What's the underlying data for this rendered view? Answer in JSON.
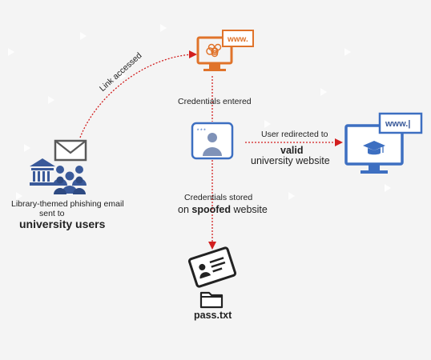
{
  "colors": {
    "orange": "#e0732a",
    "blue": "#3d6fc1",
    "red_arrow": "#d21f1f",
    "dark_blue": "#3a5a9a",
    "gray": "#595959"
  },
  "icons": {
    "spoofed_site": "biohazard-monitor-icon",
    "credential_form": "login-form-icon",
    "valid_site": "graduation-cap-monitor-icon",
    "email": "envelope-icon",
    "library": "library-building-icon",
    "users": "users-group-icon",
    "id_card": "id-card-icon",
    "folder": "folder-icon"
  },
  "spoofed_site": {
    "url": "www."
  },
  "valid_site": {
    "url": "www.|"
  },
  "edges": {
    "link_accessed": "Link accessed",
    "credentials_entered": "Credentials entered",
    "user_redirected": "User redirected to",
    "valid": "valid",
    "university_website": "university website",
    "credentials_stored": "Credentials stored",
    "on": "on ",
    "spoofed": "spoofed",
    "website": " website"
  },
  "source": {
    "line1": "Library-themed phishing email",
    "line2": "sent to",
    "line3": "university users"
  },
  "form": {
    "dots": "***"
  },
  "file": {
    "name": "pass.txt"
  }
}
